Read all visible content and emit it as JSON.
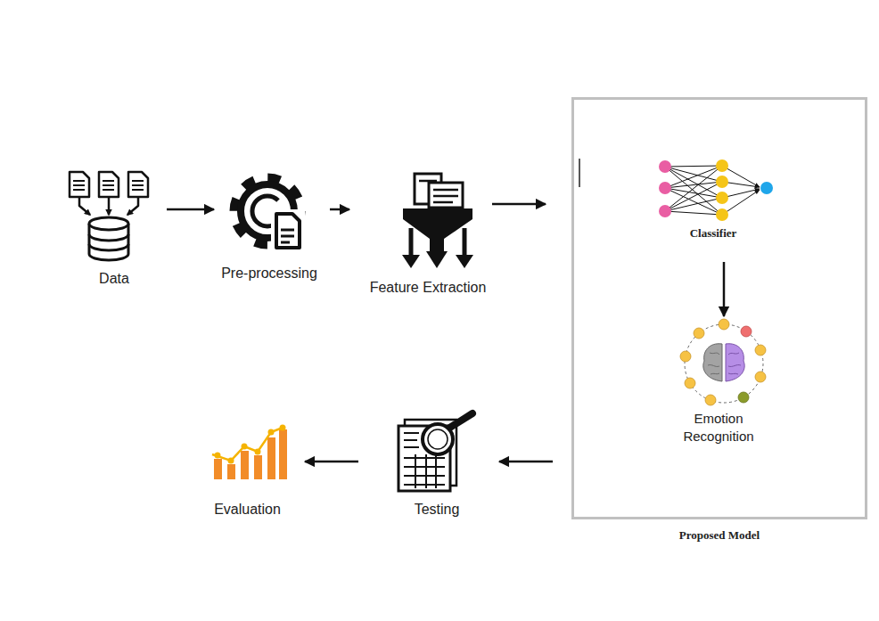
{
  "diagram": {
    "nodes": [
      {
        "text": [
          "Data"
        ]
      },
      {
        "text": [
          "Pre-processing"
        ]
      },
      {
        "text": [
          "Feature Extraction"
        ]
      },
      {
        "text": [
          "Proposed Model"
        ]
      },
      {
        "text": [
          "Classifier"
        ],
        "in": 3
      },
      {
        "text": [
          "Emotion Recognition"
        ],
        "in": 3
      },
      {
        "text": [
          "Testing"
        ]
      },
      {
        "text": [
          "Evaluation"
        ]
      }
    ],
    "edges": [
      {
        "from": 0,
        "to": 1,
        "arrow": "to"
      },
      {
        "from": 1,
        "to": 2,
        "arrow": "to"
      },
      {
        "from": 2,
        "to": 3,
        "arrow": "to"
      },
      {
        "from": 4,
        "to": 5,
        "arrow": "to"
      },
      {
        "from": 3,
        "to": 6,
        "arrow": "to"
      },
      {
        "from": 6,
        "to": 7,
        "arrow": "to"
      }
    ]
  }
}
